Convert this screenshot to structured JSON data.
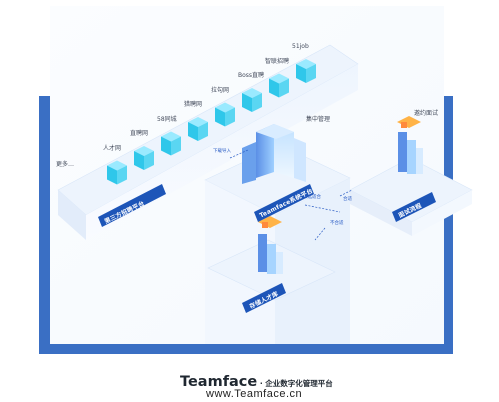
{
  "platforms": [
    "更多…",
    "人才网",
    "直聘网",
    "58同城",
    "猎聘网",
    "拉勾网",
    "Boss直聘",
    "智联招聘",
    "51job"
  ],
  "labels": {
    "third_party_platform": "第三方招聘平台",
    "system_platform": "Teamface系统平台",
    "interview_flow": "面试流程",
    "store_talent_pool": "存储人才库",
    "centralized_mgmt": "集中管理",
    "invite_interview": "邀约面试",
    "download_import": "下载导入",
    "select_suitable": "筛选适合",
    "unsuitable": "不合适",
    "suitable": "合适"
  },
  "footer": {
    "brand": "Teamface",
    "tagline": "企业数字化管理平台",
    "url": "www.Teamface.cn"
  },
  "colors": {
    "accent": "#3a6fc4",
    "cube": "#2fc7ea",
    "label_tag": "#1d55b8"
  }
}
